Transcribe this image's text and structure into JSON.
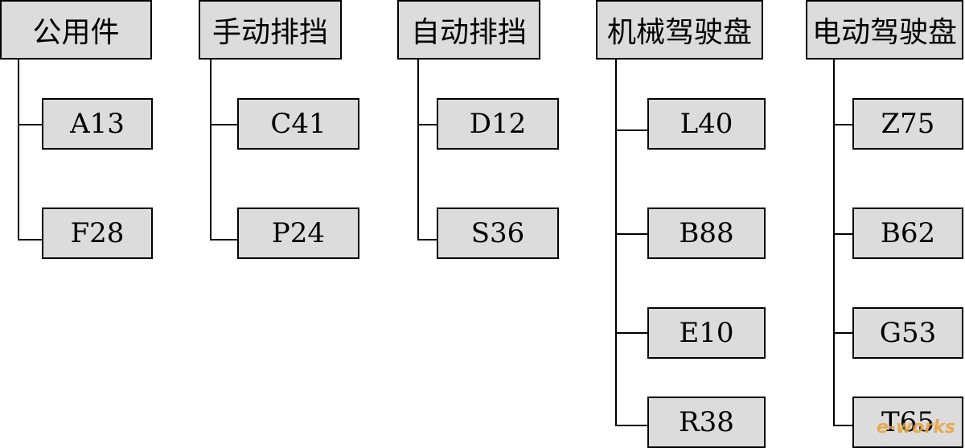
{
  "groups": [
    {
      "title": "公用件",
      "items": [
        "A13",
        "F28"
      ]
    },
    {
      "title": "手动排挡",
      "items": [
        "C41",
        "P24"
      ]
    },
    {
      "title": "自动排挡",
      "items": [
        "D12",
        "S36"
      ]
    },
    {
      "title": "机械驾驶盘",
      "items": [
        "L40",
        "B88",
        "E10",
        "R38"
      ]
    },
    {
      "title": "电动驾驶盘",
      "items": [
        "Z75",
        "B62",
        "G53",
        "T65"
      ]
    }
  ],
  "watermark": "e-works",
  "colors": {
    "box_fill": "#dcdcdc",
    "line": "#000000",
    "watermark": "#e8a23a"
  }
}
